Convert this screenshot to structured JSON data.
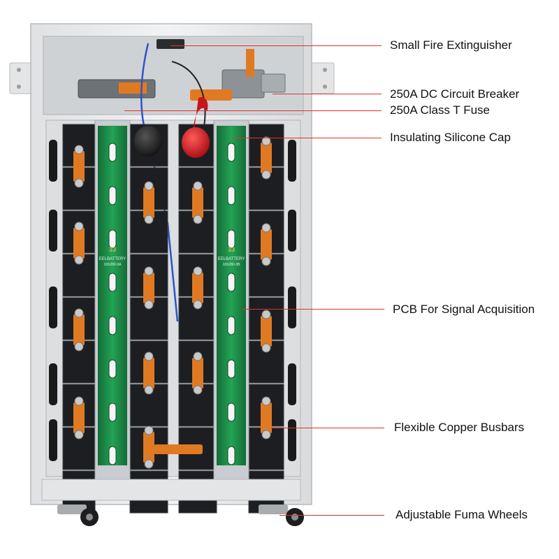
{
  "callouts": [
    {
      "id": "fire-extinguisher",
      "text": "Small Fire Extinguisher"
    },
    {
      "id": "dc-breaker",
      "text": "250A DC Circuit Breaker"
    },
    {
      "id": "class-t-fuse",
      "text": "250A Class T Fuse"
    },
    {
      "id": "silicone-cap",
      "text": "Insulating Silicone Cap"
    },
    {
      "id": "pcb",
      "text": "PCB For Signal Acquisition"
    },
    {
      "id": "busbars",
      "text": "Flexible Copper Busbars"
    },
    {
      "id": "wheels",
      "text": "Adjustable Fuma Wheels"
    }
  ],
  "pcb_board": {
    "brand": "EELBATTERY",
    "badge": "33",
    "left_code": "16S280-3A",
    "right_code": "16S280-3B"
  },
  "colors": {
    "leader_line": "#e2322a",
    "cabinet": "#e9eaec",
    "cell": "#1c1e21",
    "pcb": "#1c8a48",
    "busbar": "#e07a22",
    "fuse_cap": "#c8141c"
  }
}
